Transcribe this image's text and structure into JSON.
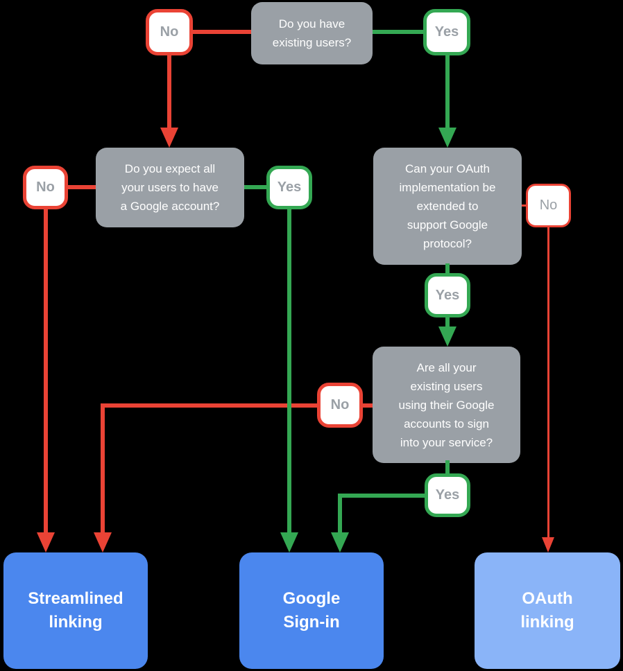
{
  "colors": {
    "background": "#000000",
    "node_fill": "#9AA0A6",
    "node_text": "#FFFFFF",
    "label_text": "#9AA0A6",
    "no_red": "#EA4335",
    "yes_green": "#34A853",
    "outcome_blue": "#4B87EE",
    "outcome_light_blue": "#8AB4F8",
    "outcome_text": "#FFFFFF"
  },
  "questions": {
    "existing_users": "Do you have\nexisting users?",
    "expect_google_account": "Do you expect all\nyour users to have\na Google account?",
    "oauth_extendable": "Can your OAuth\nimplementation be\nextended to\nsupport Google\nprotocol?",
    "all_using_google": "Are all your\nexisting users\nusing their Google\naccounts to sign\ninto your service?"
  },
  "labels": {
    "no": "No",
    "yes": "Yes"
  },
  "outcomes": {
    "streamlined": "Streamlined\nlinking",
    "google_signin": "Google\nSign-in",
    "oauth_linking": "OAuth\nlinking"
  }
}
